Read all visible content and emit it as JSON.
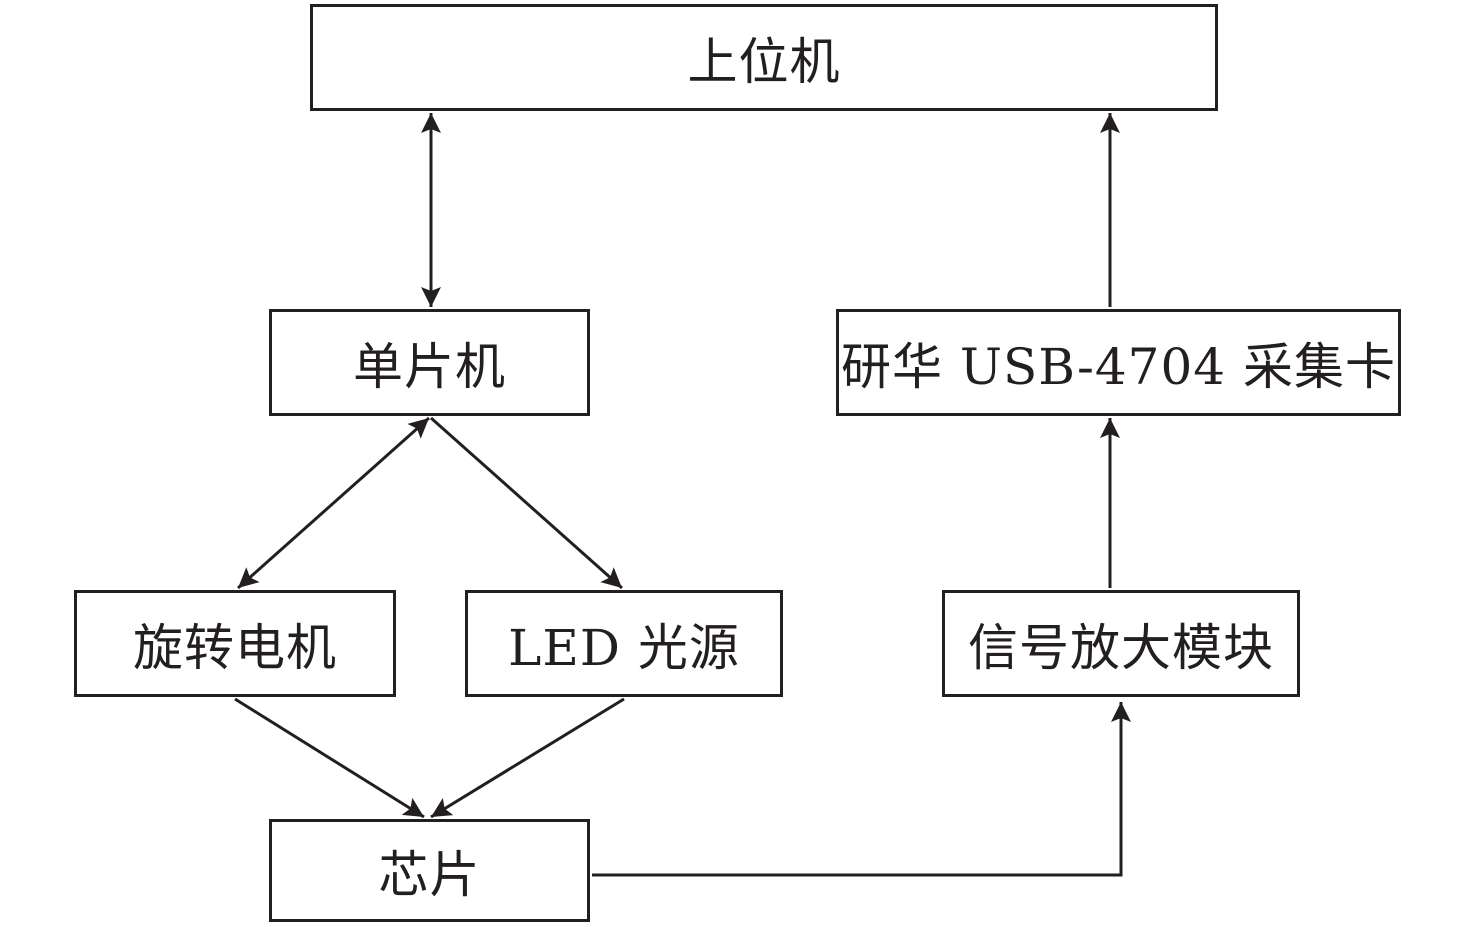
{
  "diagram": {
    "type": "block-diagram",
    "line_color": "#231f20",
    "nodes": [
      {
        "id": "host",
        "label": "上位机"
      },
      {
        "id": "mcu",
        "label": "单片机"
      },
      {
        "id": "daq",
        "label": "研华 USB-4704 采集卡"
      },
      {
        "id": "motor",
        "label": "旋转电机"
      },
      {
        "id": "led",
        "label": "LED 光源"
      },
      {
        "id": "amp",
        "label": "信号放大模块"
      },
      {
        "id": "chip",
        "label": "芯片"
      }
    ],
    "edges": [
      {
        "from": "host",
        "to": "mcu",
        "direction": "bidirectional"
      },
      {
        "from": "mcu",
        "to": "motor",
        "direction": "bidirectional"
      },
      {
        "from": "mcu",
        "to": "led",
        "direction": "forward"
      },
      {
        "from": "motor",
        "to": "chip",
        "direction": "forward"
      },
      {
        "from": "led",
        "to": "chip",
        "direction": "forward"
      },
      {
        "from": "chip",
        "to": "amp",
        "direction": "forward",
        "routing": "orthogonal"
      },
      {
        "from": "amp",
        "to": "daq",
        "direction": "forward"
      },
      {
        "from": "daq",
        "to": "host",
        "direction": "forward"
      }
    ]
  }
}
